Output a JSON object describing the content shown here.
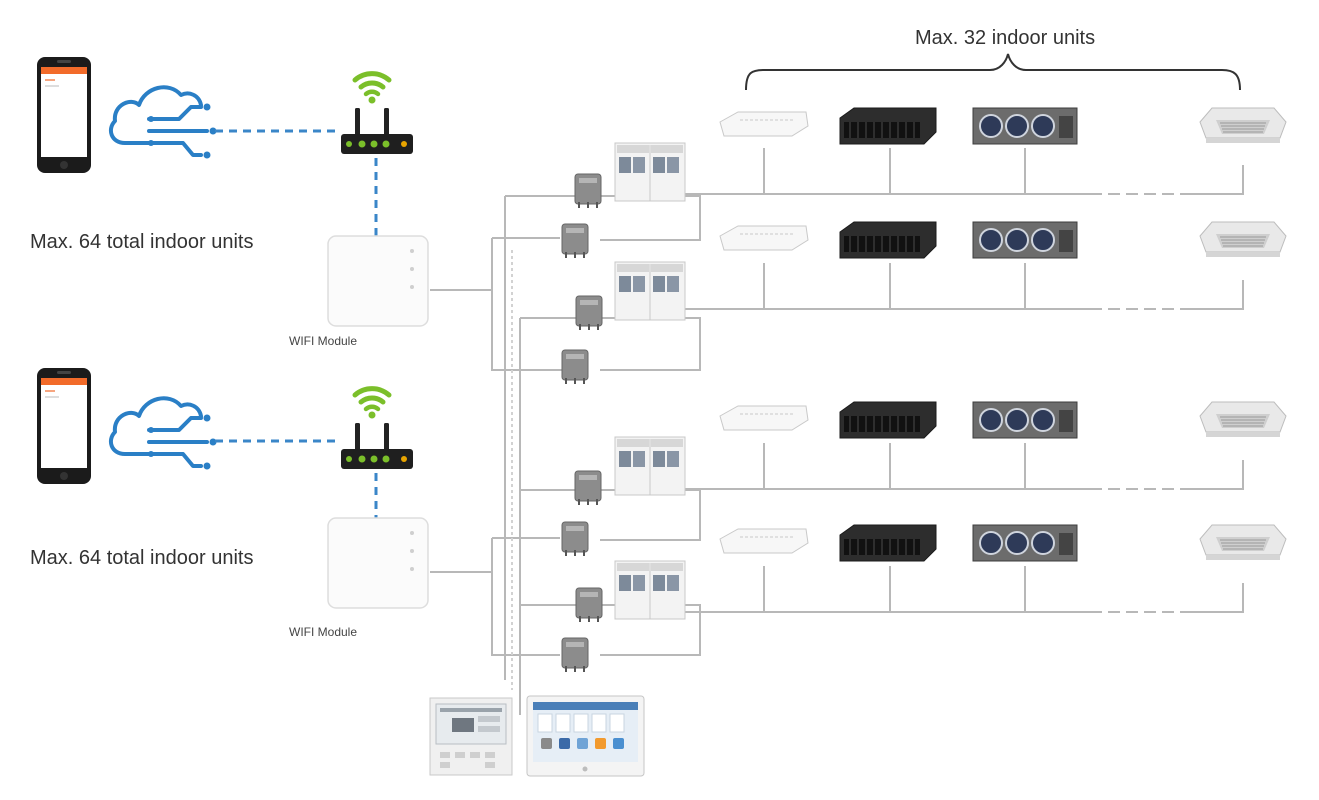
{
  "diagram": {
    "top_caption": "Max. 32 indoor units",
    "groups": [
      {
        "capacity_label": "Max. 64 total indoor units",
        "module_label": "WIFI Module"
      },
      {
        "capacity_label": "Max. 64 total indoor units",
        "module_label": "WIFI Module"
      }
    ],
    "icons": {
      "phone": "smartphone-icon",
      "cloud": "cloud-icon",
      "router": "wifi-router-icon",
      "module": "wifi-module",
      "outdoor": "outdoor-unit",
      "branch": "branch-box",
      "indoor_types": [
        "ceiling-suspended-unit",
        "slim-duct-unit",
        "high-static-duct-unit",
        "cassette-unit"
      ],
      "controllers": [
        "wired-controller",
        "touch-central-controller"
      ]
    },
    "colors": {
      "link_dash": "#3a86c8",
      "cloud_blue": "#2a7fc6",
      "wifi_green": "#7bbf2a",
      "phone_accent": "#f26b2a",
      "pipe": "#b8b8b8"
    }
  }
}
